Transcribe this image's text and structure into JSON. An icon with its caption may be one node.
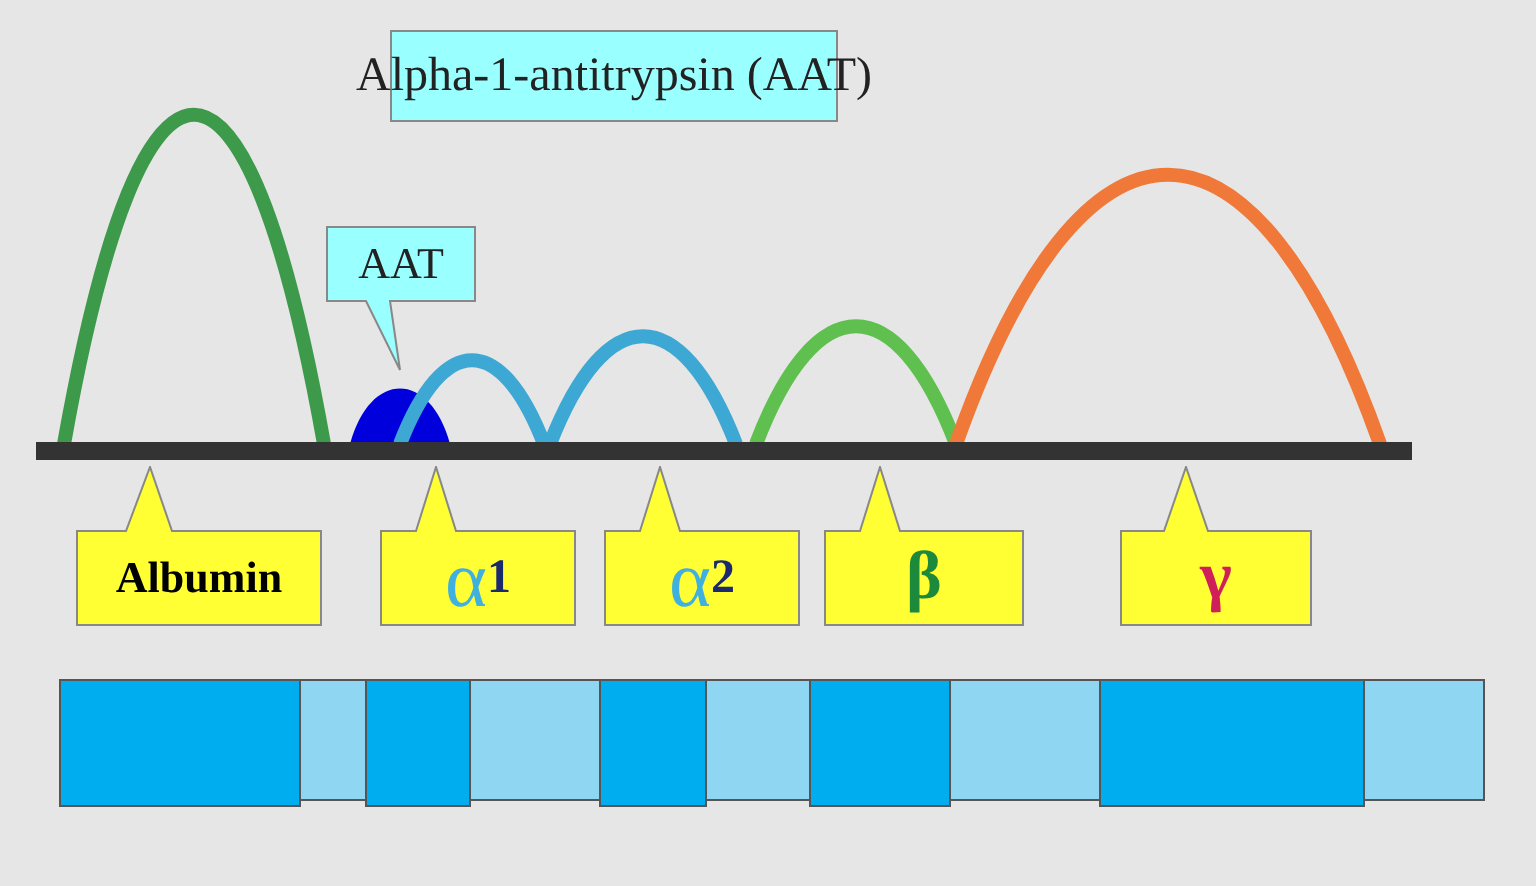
{
  "diagram": {
    "nodes": [
      {
        "text": [
          "Alpha-1-antitrypsin (AAT)"
        ]
      },
      {
        "text": [
          "AAT"
        ]
      },
      {
        "text": [
          "Albumin"
        ]
      },
      {
        "text": [
          "α$^{1}$"
        ]
      },
      {
        "text": [
          "α$^{2}$"
        ]
      },
      {
        "text": [
          "β"
        ]
      },
      {
        "text": [
          "γ"
        ]
      }
    ]
  }
}
